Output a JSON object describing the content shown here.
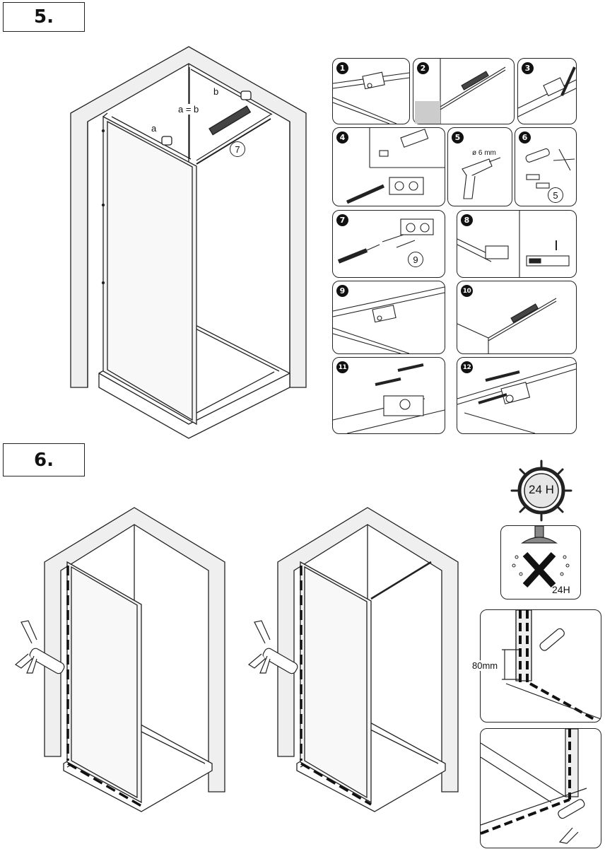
{
  "steps": {
    "step5": "5.",
    "step6": "6."
  },
  "main5": {
    "label_a": "a",
    "label_b": "b",
    "label_ab": "a = b",
    "part": "7"
  },
  "panels": [
    {
      "n": "1"
    },
    {
      "n": "2"
    },
    {
      "n": "3"
    },
    {
      "n": "4"
    },
    {
      "n": "5",
      "drill_label": "ø 6 mm"
    },
    {
      "n": "6",
      "part": "5"
    },
    {
      "n": "7",
      "part": "9"
    },
    {
      "n": "8"
    },
    {
      "n": "9"
    },
    {
      "n": "10"
    },
    {
      "n": "11"
    },
    {
      "n": "12"
    }
  ],
  "cure": {
    "time": "24 H",
    "no_water": "24H"
  },
  "detail": {
    "dim": "80mm"
  }
}
